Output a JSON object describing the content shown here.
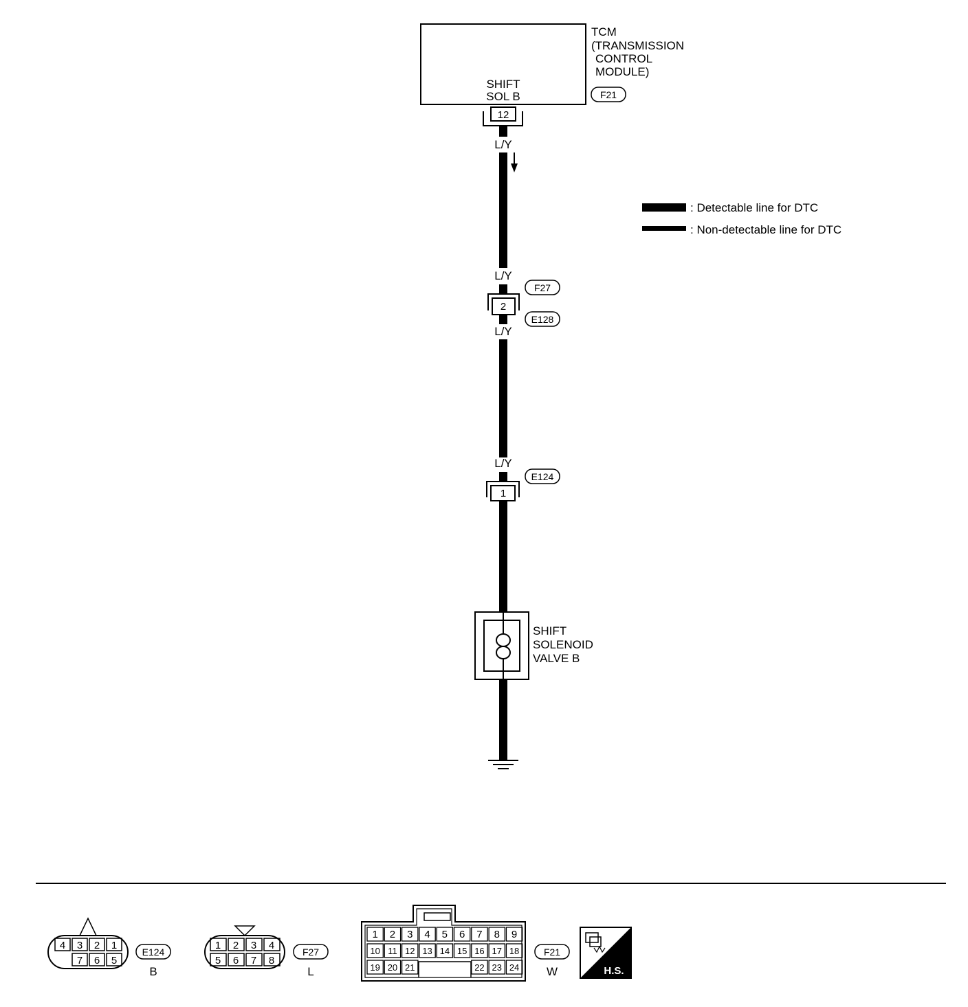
{
  "tcm": {
    "title": "TCM",
    "subtitle_lines": [
      "(TRANSMISSION",
      "CONTROL",
      "MODULE)"
    ],
    "terminal_name_lines": [
      "SHIFT",
      "SOL B"
    ],
    "terminal_pin": "12",
    "connector": "F21"
  },
  "wires": {
    "color_1": "L/Y",
    "color_2": "L/Y",
    "color_3": "L/Y",
    "color_4": "L/Y"
  },
  "connector_f27_e128": {
    "pin": "2",
    "upper_code": "F27",
    "lower_code": "E128"
  },
  "connector_e124": {
    "pin": "1",
    "code": "E124"
  },
  "solenoid": {
    "lines": [
      "SHIFT",
      "SOLENOID",
      "VALVE B"
    ]
  },
  "legend": {
    "detectable": ": Detectable line for DTC",
    "non_detectable": ": Non-detectable line for DTC"
  },
  "connector_views": {
    "e124": {
      "pins_top": [
        "4",
        "3",
        "2",
        "1"
      ],
      "pins_bottom": [
        "7",
        "6",
        "5"
      ],
      "code": "E124",
      "color": "B"
    },
    "f27": {
      "pins_top": [
        "1",
        "2",
        "3",
        "4"
      ],
      "pins_bottom": [
        "5",
        "6",
        "7",
        "8"
      ],
      "code": "F27",
      "color": "L"
    },
    "f21": {
      "row1": [
        "1",
        "2",
        "3",
        "4",
        "5",
        "6",
        "7",
        "8",
        "9"
      ],
      "row2": [
        "10",
        "11",
        "12",
        "13",
        "14",
        "15",
        "16",
        "17",
        "18"
      ],
      "row3_left": [
        "19",
        "20",
        "21"
      ],
      "row3_right": [
        "22",
        "23",
        "24"
      ],
      "code": "F21",
      "color": "W"
    },
    "hs_badge": "H.S."
  }
}
